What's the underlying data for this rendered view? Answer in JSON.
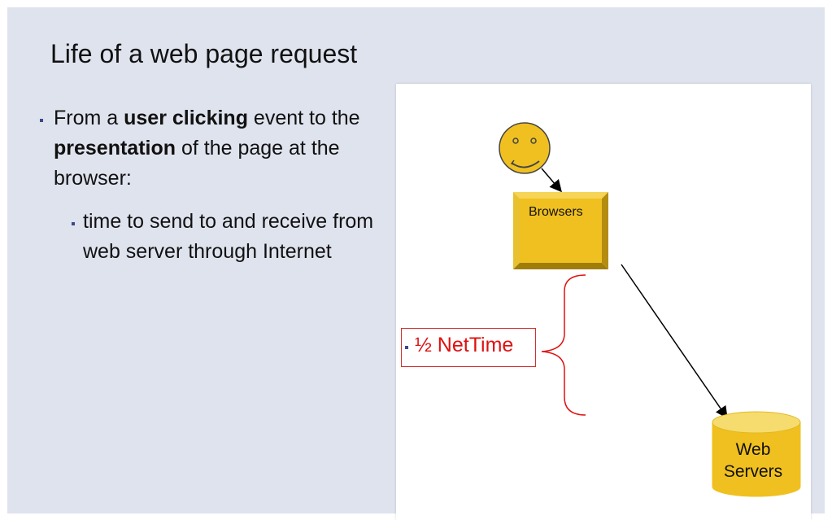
{
  "slide": {
    "title": "Life of a web page request",
    "bullet1": {
      "part1": "From a ",
      "bold1": "user clicking",
      "part2": " event to the ",
      "bold2": "presentation",
      "part3": " of the page at the browser:"
    },
    "bullet2": "time to send to and receive from web server through Internet"
  },
  "diagram": {
    "browsers_label": "Browsers",
    "servers_label_line1": "Web",
    "servers_label_line2": "Servers",
    "net_time_label": "½ NetTime",
    "colors": {
      "box_fill": "#f0c020",
      "box_dark": "#c49a10",
      "face_fill": "#f0c020",
      "brace": "#e01010",
      "arrow": "#000000"
    }
  }
}
